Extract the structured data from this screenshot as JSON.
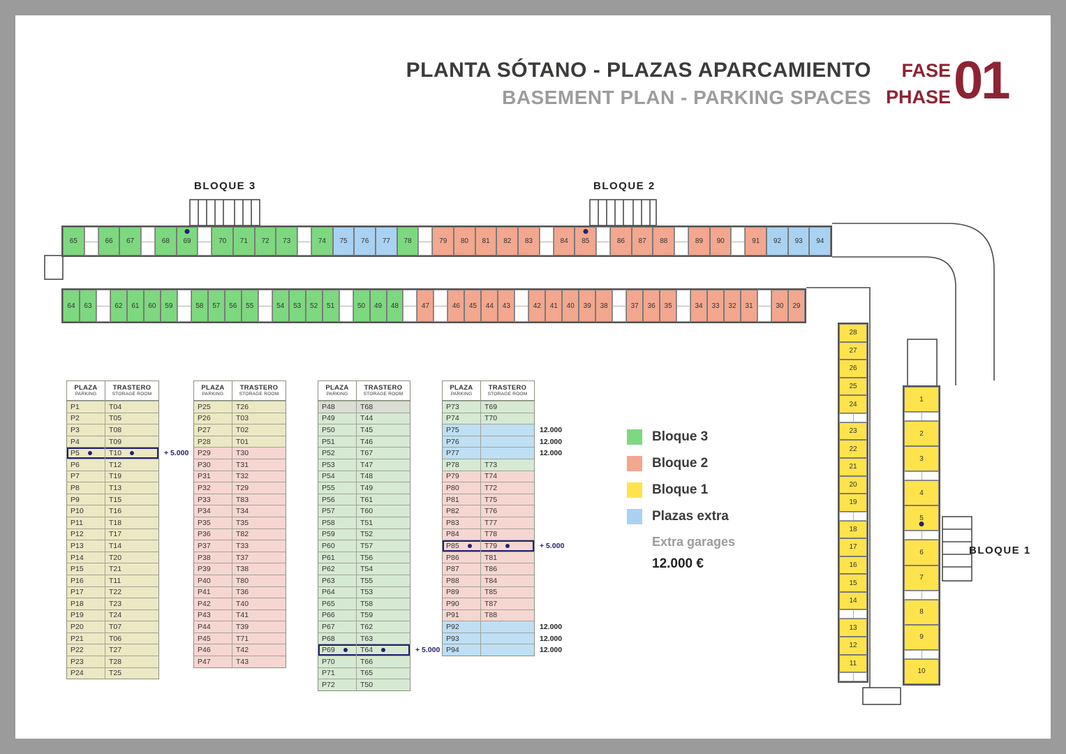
{
  "title": {
    "main": "PLANTA SÓTANO - PLAZAS APARCAMIENTO",
    "sub": "BASEMENT PLAN - PARKING SPACES",
    "fase": "FASE",
    "phase": "PHASE",
    "number": "01"
  },
  "colors": {
    "green": "#7ed87f",
    "salmon": "#f2a78e",
    "yellow": "#ffe34c",
    "blue": "#a9d2f2",
    "tan": "#ebe8c4",
    "pink": "#f6d6d1",
    "greenrow": "#d6e9d2",
    "bluerow": "#bedff4",
    "grayrow": "#d9ddd2",
    "navy": "#232272",
    "red": "#8e2433"
  },
  "plan": {
    "labels": {
      "bloque3": "BLOQUE 3",
      "bloque2": "BLOQUE 2",
      "bloque1": "BLOQUE 1"
    },
    "strips": {
      "top": [
        {
          "n": "65",
          "c": "green"
        },
        {
          "s": true
        },
        {
          "n": "66",
          "c": "green"
        },
        {
          "n": "67",
          "c": "green"
        },
        {
          "s": true
        },
        {
          "n": "68",
          "c": "green"
        },
        {
          "n": "69",
          "c": "green",
          "dot": true
        },
        {
          "s": true
        },
        {
          "n": "70",
          "c": "green"
        },
        {
          "n": "71",
          "c": "green"
        },
        {
          "n": "72",
          "c": "green"
        },
        {
          "n": "73",
          "c": "green"
        },
        {
          "s": true
        },
        {
          "n": "74",
          "c": "green"
        },
        {
          "n": "75",
          "c": "blue"
        },
        {
          "n": "76",
          "c": "blue"
        },
        {
          "n": "77",
          "c": "blue"
        },
        {
          "n": "78",
          "c": "green"
        },
        {
          "s": true
        },
        {
          "n": "79",
          "c": "salmon"
        },
        {
          "n": "80",
          "c": "salmon"
        },
        {
          "n": "81",
          "c": "salmon"
        },
        {
          "n": "82",
          "c": "salmon"
        },
        {
          "n": "83",
          "c": "salmon"
        },
        {
          "s": true
        },
        {
          "n": "84",
          "c": "salmon"
        },
        {
          "n": "85",
          "c": "salmon",
          "dot": true
        },
        {
          "s": true
        },
        {
          "n": "86",
          "c": "salmon"
        },
        {
          "n": "87",
          "c": "salmon"
        },
        {
          "n": "88",
          "c": "salmon"
        },
        {
          "s": true
        },
        {
          "n": "89",
          "c": "salmon"
        },
        {
          "n": "90",
          "c": "salmon"
        },
        {
          "s": true
        },
        {
          "n": "91",
          "c": "salmon"
        },
        {
          "n": "92",
          "c": "blue"
        },
        {
          "n": "93",
          "c": "blue"
        },
        {
          "n": "94",
          "c": "blue"
        }
      ],
      "bottom": [
        {
          "n": "64",
          "c": "green"
        },
        {
          "n": "63",
          "c": "green"
        },
        {
          "s": true
        },
        {
          "n": "62",
          "c": "green"
        },
        {
          "n": "61",
          "c": "green"
        },
        {
          "n": "60",
          "c": "green"
        },
        {
          "n": "59",
          "c": "green"
        },
        {
          "s": true
        },
        {
          "n": "58",
          "c": "green"
        },
        {
          "n": "57",
          "c": "green"
        },
        {
          "n": "56",
          "c": "green"
        },
        {
          "n": "55",
          "c": "green"
        },
        {
          "s": true
        },
        {
          "n": "54",
          "c": "green"
        },
        {
          "n": "53",
          "c": "green"
        },
        {
          "n": "52",
          "c": "green"
        },
        {
          "n": "51",
          "c": "green"
        },
        {
          "s": true
        },
        {
          "n": "50",
          "c": "green"
        },
        {
          "n": "49",
          "c": "green"
        },
        {
          "n": "48",
          "c": "green"
        },
        {
          "s": true
        },
        {
          "n": "47",
          "c": "salmon"
        },
        {
          "s": true
        },
        {
          "n": "46",
          "c": "salmon"
        },
        {
          "n": "45",
          "c": "salmon"
        },
        {
          "n": "44",
          "c": "salmon"
        },
        {
          "n": "43",
          "c": "salmon"
        },
        {
          "s": true
        },
        {
          "n": "42",
          "c": "salmon"
        },
        {
          "n": "41",
          "c": "salmon"
        },
        {
          "n": "40",
          "c": "salmon"
        },
        {
          "n": "39",
          "c": "salmon"
        },
        {
          "n": "38",
          "c": "salmon"
        },
        {
          "s": true
        },
        {
          "n": "37",
          "c": "salmon"
        },
        {
          "n": "36",
          "c": "salmon"
        },
        {
          "n": "35",
          "c": "salmon"
        },
        {
          "s": true
        },
        {
          "n": "34",
          "c": "salmon"
        },
        {
          "n": "33",
          "c": "salmon"
        },
        {
          "n": "32",
          "c": "salmon"
        },
        {
          "n": "31",
          "c": "salmon"
        },
        {
          "s": true
        },
        {
          "n": "30",
          "c": "salmon"
        },
        {
          "n": "29",
          "c": "salmon"
        }
      ],
      "right1": [
        {
          "n": "28",
          "c": "yellow"
        },
        {
          "n": "27",
          "c": "yellow"
        },
        {
          "n": "26",
          "c": "yellow"
        },
        {
          "n": "25",
          "c": "yellow"
        },
        {
          "n": "24",
          "c": "yellow"
        },
        {
          "s": true
        },
        {
          "n": "23",
          "c": "yellow"
        },
        {
          "n": "22",
          "c": "yellow"
        },
        {
          "n": "21",
          "c": "yellow"
        },
        {
          "n": "20",
          "c": "yellow"
        },
        {
          "n": "19",
          "c": "yellow"
        },
        {
          "s": true
        },
        {
          "n": "18",
          "c": "yellow"
        },
        {
          "n": "17",
          "c": "yellow"
        },
        {
          "n": "16",
          "c": "yellow"
        },
        {
          "n": "15",
          "c": "yellow"
        },
        {
          "n": "14",
          "c": "yellow"
        },
        {
          "s": true
        },
        {
          "n": "13",
          "c": "yellow"
        },
        {
          "n": "12",
          "c": "yellow"
        },
        {
          "n": "11",
          "c": "yellow"
        },
        {
          "s": true
        }
      ],
      "right2": [
        {
          "n": "1",
          "c": "yellow"
        },
        {
          "s": true
        },
        {
          "n": "2",
          "c": "yellow"
        },
        {
          "n": "3",
          "c": "yellow"
        },
        {
          "s": true
        },
        {
          "n": "4",
          "c": "yellow"
        },
        {
          "n": "5",
          "c": "yellow",
          "dot": true
        },
        {
          "s": true
        },
        {
          "n": "6",
          "c": "yellow"
        },
        {
          "n": "7",
          "c": "yellow"
        },
        {
          "s": true
        },
        {
          "n": "8",
          "c": "yellow"
        },
        {
          "n": "9",
          "c": "yellow"
        },
        {
          "s": true
        },
        {
          "n": "10",
          "c": "yellow"
        }
      ]
    }
  },
  "tables": [
    {
      "header": {
        "col1_top": "PLAZA",
        "col1_sub": "PARKING",
        "col2_top": "TRASTERO",
        "col2_sub": "STORAGE ROOM"
      },
      "rows": [
        {
          "p": "P1",
          "t": "T04",
          "c": "tan"
        },
        {
          "p": "P2",
          "t": "T05",
          "c": "tan"
        },
        {
          "p": "P3",
          "t": "T08",
          "c": "tan"
        },
        {
          "p": "P4",
          "t": "T09",
          "c": "tan"
        },
        {
          "p": "P5",
          "t": "T10",
          "c": "tan",
          "hl": true,
          "note": "+ 5.000"
        },
        {
          "p": "P6",
          "t": "T12",
          "c": "tan"
        },
        {
          "p": "P7",
          "t": "T19",
          "c": "tan"
        },
        {
          "p": "P8",
          "t": "T13",
          "c": "tan"
        },
        {
          "p": "P9",
          "t": "T15",
          "c": "tan"
        },
        {
          "p": "P10",
          "t": "T16",
          "c": "tan"
        },
        {
          "p": "P11",
          "t": "T18",
          "c": "tan"
        },
        {
          "p": "P12",
          "t": "T17",
          "c": "tan"
        },
        {
          "p": "P13",
          "t": "T14",
          "c": "tan"
        },
        {
          "p": "P14",
          "t": "T20",
          "c": "tan"
        },
        {
          "p": "P15",
          "t": "T21",
          "c": "tan"
        },
        {
          "p": "P16",
          "t": "T11",
          "c": "tan"
        },
        {
          "p": "P17",
          "t": "T22",
          "c": "tan"
        },
        {
          "p": "P18",
          "t": "T23",
          "c": "tan"
        },
        {
          "p": "P19",
          "t": "T24",
          "c": "tan"
        },
        {
          "p": "P20",
          "t": "T07",
          "c": "tan"
        },
        {
          "p": "P21",
          "t": "T06",
          "c": "tan"
        },
        {
          "p": "P22",
          "t": "T27",
          "c": "tan"
        },
        {
          "p": "P23",
          "t": "T28",
          "c": "tan"
        },
        {
          "p": "P24",
          "t": "T25",
          "c": "tan"
        }
      ]
    },
    {
      "header": {
        "col1_top": "PLAZA",
        "col1_sub": "PARKING",
        "col2_top": "TRASTERO",
        "col2_sub": "STORAGE ROOM"
      },
      "rows": [
        {
          "p": "P25",
          "t": "T26",
          "c": "tan"
        },
        {
          "p": "P26",
          "t": "T03",
          "c": "tan"
        },
        {
          "p": "P27",
          "t": "T02",
          "c": "tan"
        },
        {
          "p": "P28",
          "t": "T01",
          "c": "tan"
        },
        {
          "p": "P29",
          "t": "T30",
          "c": "pink"
        },
        {
          "p": "P30",
          "t": "T31",
          "c": "pink"
        },
        {
          "p": "P31",
          "t": "T32",
          "c": "pink"
        },
        {
          "p": "P32",
          "t": "T29",
          "c": "pink"
        },
        {
          "p": "P33",
          "t": "T83",
          "c": "pink"
        },
        {
          "p": "P34",
          "t": "T34",
          "c": "pink"
        },
        {
          "p": "P35",
          "t": "T35",
          "c": "pink"
        },
        {
          "p": "P36",
          "t": "T82",
          "c": "pink"
        },
        {
          "p": "P37",
          "t": "T33",
          "c": "pink"
        },
        {
          "p": "P38",
          "t": "T37",
          "c": "pink"
        },
        {
          "p": "P39",
          "t": "T38",
          "c": "pink"
        },
        {
          "p": "P40",
          "t": "T80",
          "c": "pink"
        },
        {
          "p": "P41",
          "t": "T36",
          "c": "pink"
        },
        {
          "p": "P42",
          "t": "T40",
          "c": "pink"
        },
        {
          "p": "P43",
          "t": "T41",
          "c": "pink"
        },
        {
          "p": "P44",
          "t": "T39",
          "c": "pink"
        },
        {
          "p": "P45",
          "t": "T71",
          "c": "pink"
        },
        {
          "p": "P46",
          "t": "T42",
          "c": "pink"
        },
        {
          "p": "P47",
          "t": "T43",
          "c": "pink"
        }
      ]
    },
    {
      "header": {
        "col1_top": "PLAZA",
        "col1_sub": "PARKING",
        "col2_top": "TRASTERO",
        "col2_sub": "STORAGE ROOM"
      },
      "rows": [
        {
          "p": "P48",
          "t": "T68",
          "c": "grayrow"
        },
        {
          "p": "P49",
          "t": "T44",
          "c": "greenrow"
        },
        {
          "p": "P50",
          "t": "T45",
          "c": "greenrow"
        },
        {
          "p": "P51",
          "t": "T46",
          "c": "greenrow"
        },
        {
          "p": "P52",
          "t": "T67",
          "c": "greenrow"
        },
        {
          "p": "P53",
          "t": "T47",
          "c": "greenrow"
        },
        {
          "p": "P54",
          "t": "T48",
          "c": "greenrow"
        },
        {
          "p": "P55",
          "t": "T49",
          "c": "greenrow"
        },
        {
          "p": "P56",
          "t": "T61",
          "c": "greenrow"
        },
        {
          "p": "P57",
          "t": "T60",
          "c": "greenrow"
        },
        {
          "p": "P58",
          "t": "T51",
          "c": "greenrow"
        },
        {
          "p": "P59",
          "t": "T52",
          "c": "greenrow"
        },
        {
          "p": "P60",
          "t": "T57",
          "c": "greenrow"
        },
        {
          "p": "P61",
          "t": "T56",
          "c": "greenrow"
        },
        {
          "p": "P62",
          "t": "T54",
          "c": "greenrow"
        },
        {
          "p": "P63",
          "t": "T55",
          "c": "greenrow"
        },
        {
          "p": "P64",
          "t": "T53",
          "c": "greenrow"
        },
        {
          "p": "P65",
          "t": "T58",
          "c": "greenrow"
        },
        {
          "p": "P66",
          "t": "T59",
          "c": "greenrow"
        },
        {
          "p": "P67",
          "t": "T62",
          "c": "greenrow"
        },
        {
          "p": "P68",
          "t": "T63",
          "c": "greenrow"
        },
        {
          "p": "P69",
          "t": "T64",
          "c": "greenrow",
          "hl": true,
          "note": "+ 5.000"
        },
        {
          "p": "P70",
          "t": "T66",
          "c": "greenrow"
        },
        {
          "p": "P71",
          "t": "T65",
          "c": "greenrow"
        },
        {
          "p": "P72",
          "t": "T50",
          "c": "greenrow"
        }
      ]
    },
    {
      "header": {
        "col1_top": "PLAZA",
        "col1_sub": "PARKING",
        "col2_top": "TRASTERO",
        "col2_sub": "STORAGE ROOM"
      },
      "rows": [
        {
          "p": "P73",
          "t": "T69",
          "c": "greenrow"
        },
        {
          "p": "P74",
          "t": "T70",
          "c": "greenrow"
        },
        {
          "p": "P75",
          "t": "",
          "c": "bluerow",
          "note": "12.000"
        },
        {
          "p": "P76",
          "t": "",
          "c": "bluerow",
          "note": "12.000"
        },
        {
          "p": "P77",
          "t": "",
          "c": "bluerow",
          "note": "12.000"
        },
        {
          "p": "P78",
          "t": "T73",
          "c": "greenrow"
        },
        {
          "p": "P79",
          "t": "T74",
          "c": "pink"
        },
        {
          "p": "P80",
          "t": "T72",
          "c": "pink"
        },
        {
          "p": "P81",
          "t": "T75",
          "c": "pink"
        },
        {
          "p": "P82",
          "t": "T76",
          "c": "pink"
        },
        {
          "p": "P83",
          "t": "T77",
          "c": "pink"
        },
        {
          "p": "P84",
          "t": "T78",
          "c": "pink"
        },
        {
          "p": "P85",
          "t": "T79",
          "c": "pink",
          "hl": true,
          "note": "+ 5.000"
        },
        {
          "p": "P86",
          "t": "T81",
          "c": "pink"
        },
        {
          "p": "P87",
          "t": "T86",
          "c": "pink"
        },
        {
          "p": "P88",
          "t": "T84",
          "c": "pink"
        },
        {
          "p": "P89",
          "t": "T85",
          "c": "pink"
        },
        {
          "p": "P90",
          "t": "T87",
          "c": "pink"
        },
        {
          "p": "P91",
          "t": "T88",
          "c": "pink"
        },
        {
          "p": "P92",
          "t": "",
          "c": "bluerow",
          "note": "12.000"
        },
        {
          "p": "P93",
          "t": "",
          "c": "bluerow",
          "note": "12.000"
        },
        {
          "p": "P94",
          "t": "",
          "c": "bluerow",
          "note": "12.000"
        }
      ]
    }
  ],
  "legend": {
    "bloque3": "Bloque 3",
    "bloque2": "Bloque 2",
    "bloque1": "Bloque 1",
    "extra": "Plazas extra",
    "extra_sub": "Extra garages",
    "price": "12.000 €"
  }
}
